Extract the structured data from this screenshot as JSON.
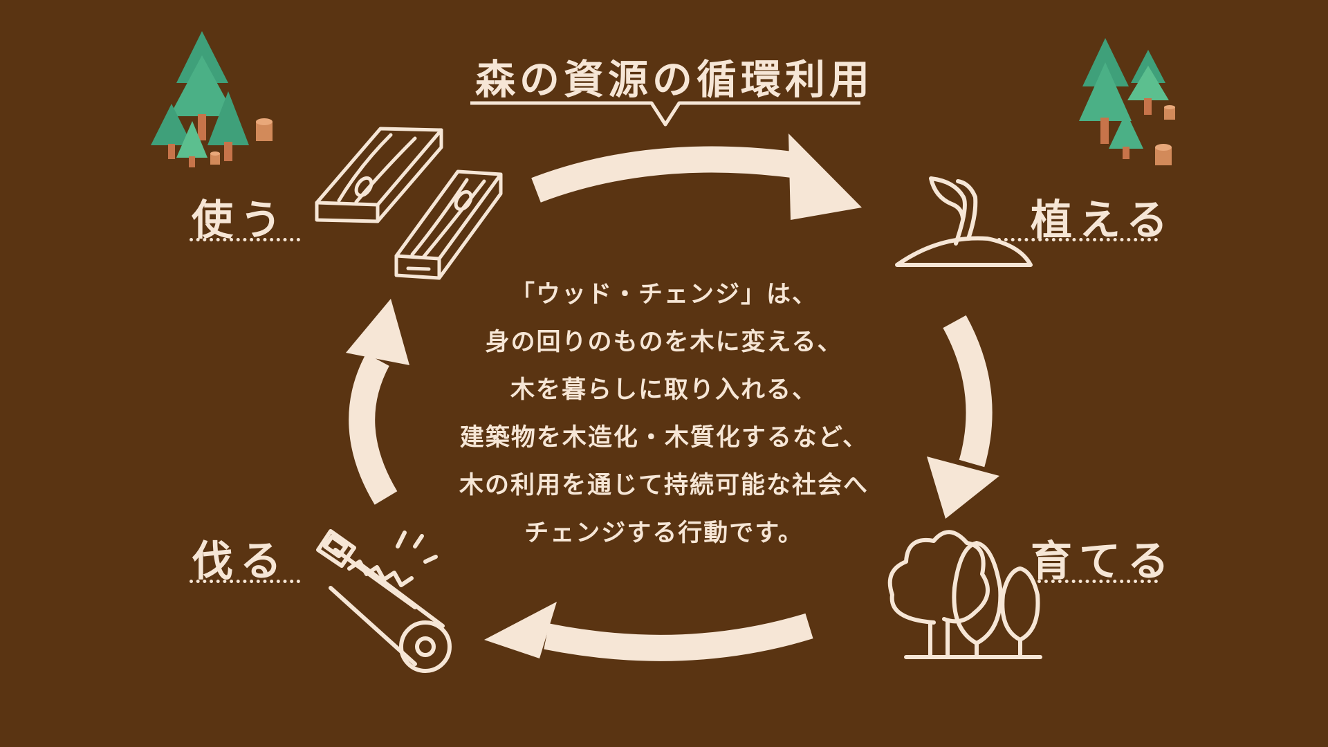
{
  "title": "森の資源の循環利用",
  "stages": {
    "use": "使う",
    "plant": "植える",
    "grow": "育てる",
    "cut": "伐る"
  },
  "description": [
    "「ウッド・チェンジ」は、",
    "身の回りのものを木に変える、",
    "木を暮らしに取り入れる、",
    "建築物を木造化・木質化するなど、",
    "木の利用を通じて持続可能な社会へ",
    "チェンジする行動です。"
  ],
  "colors": {
    "background": "#5a3412",
    "foreground": "#f6e6d6",
    "tree_green": "#3fa07a",
    "tree_green_light": "#5cbf8f",
    "trunk": "#c7744a",
    "stump": "#d28a5a"
  },
  "icons": {
    "use": "lumber-planks-icon",
    "plant": "sprout-icon",
    "grow": "trees-icon",
    "cut": "saw-log-icon",
    "decor_left": "forest-cluster-icon",
    "decor_right": "forest-cluster-icon"
  }
}
